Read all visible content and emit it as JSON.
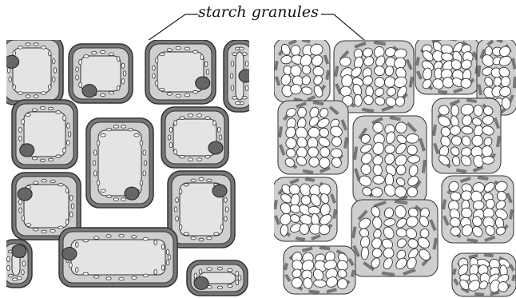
{
  "annotation": {
    "label": "starch granules"
  },
  "panels": [
    {
      "name": "left-panel"
    },
    {
      "name": "right-panel"
    }
  ],
  "colors": {
    "cell_wall": "#777777",
    "wall_outline": "#333333",
    "cytoplasm": "#cfcfcf",
    "cell_interior": "#e4e4e4",
    "nucleus": "#666666",
    "granule": "#ffffff",
    "background_gaps": "#ffffff"
  }
}
